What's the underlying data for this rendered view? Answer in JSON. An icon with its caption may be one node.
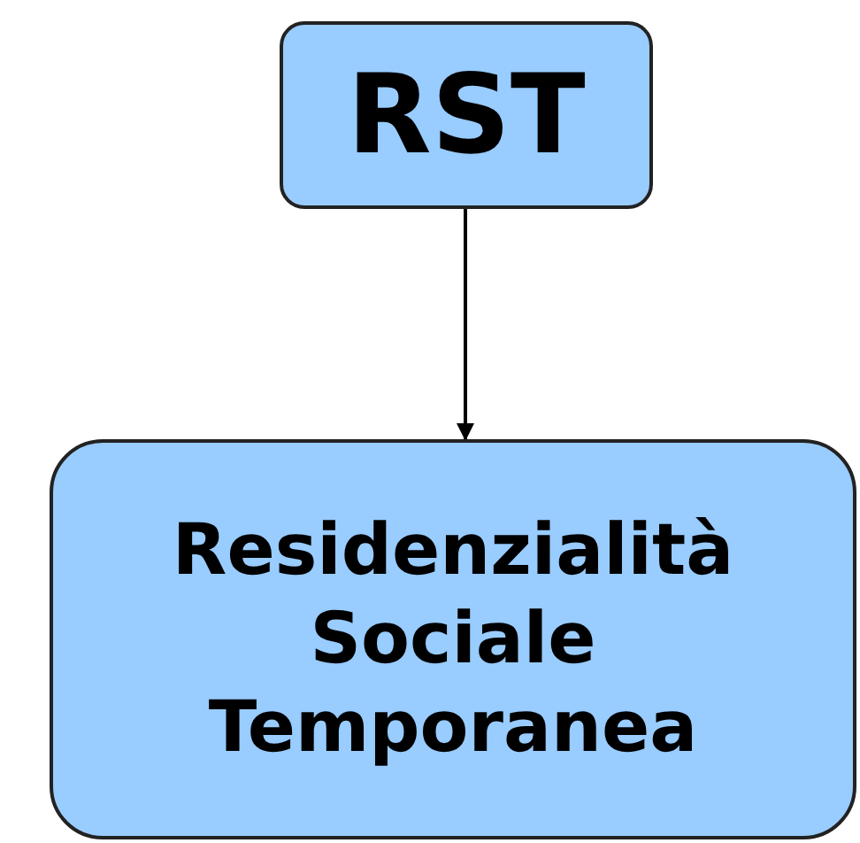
{
  "diagram": {
    "nodes": [
      {
        "text": [
          "RST"
        ]
      },
      {
        "text": [
          "Residenzialità Sociale Temporanea"
        ]
      }
    ],
    "edges": [
      {
        "from": 0,
        "to": 1,
        "arrow": "to"
      }
    ]
  }
}
